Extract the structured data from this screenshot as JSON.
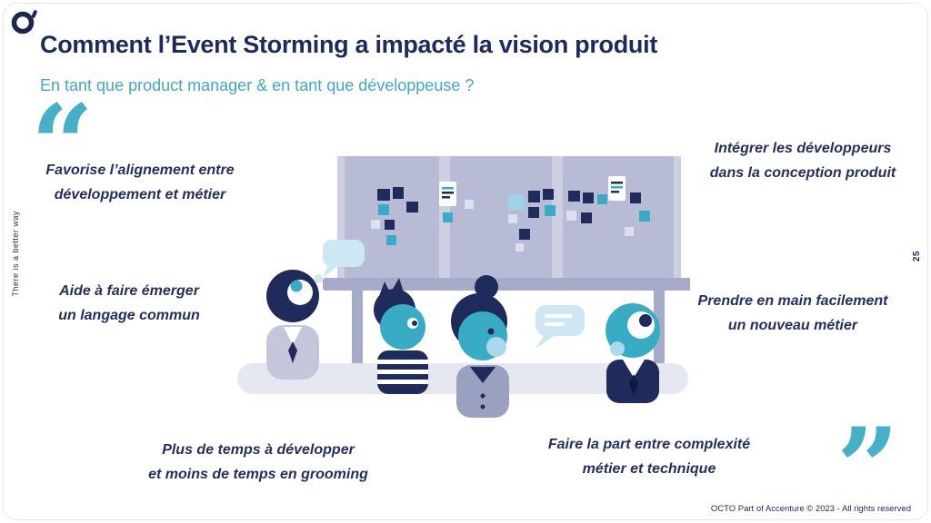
{
  "slide": {
    "title": "Comment l’Event Storming a impacté la vision produit",
    "subtitle": "En tant que product manager & en tant que développeuse ?",
    "sidebar_text": "There is a better way",
    "page_number": "25",
    "footer": "OCTO Part of Accenture © 2023 - All rights reserved"
  },
  "icons": {
    "open_quote": "“",
    "close_quote": "”"
  },
  "quotes": {
    "top_left": {
      "line1": "Favorise l’alignement entre",
      "line2": "développement et métier"
    },
    "top_right": {
      "line1": "Intégrer les développeurs",
      "line2": "dans la conception produit"
    },
    "mid_left": {
      "line1": "Aide à faire émerger",
      "line2": "un langage commun"
    },
    "mid_right": {
      "line1": "Prendre en main facilement",
      "line2": "un nouveau métier"
    },
    "bottom_left": {
      "line1": "Plus de temps à développer",
      "line2": "et moins de temps en grooming"
    },
    "bottom_right": {
      "line1": "Faire la part entre complexité",
      "line2": "métier et technique"
    }
  },
  "illustration": {
    "description": "Four people with speech bubbles discussing in front of an event storming board covered with navy, teal, pale and white sticky notes"
  },
  "colors": {
    "navy": "#1f2b5b",
    "teal": "#3fafc6",
    "teal_text": "#3fa8c3",
    "light_blue_bubble": "#cde8f3",
    "board_lavender": "#b7bbd5",
    "bench_gray": "#e6e8f1"
  }
}
